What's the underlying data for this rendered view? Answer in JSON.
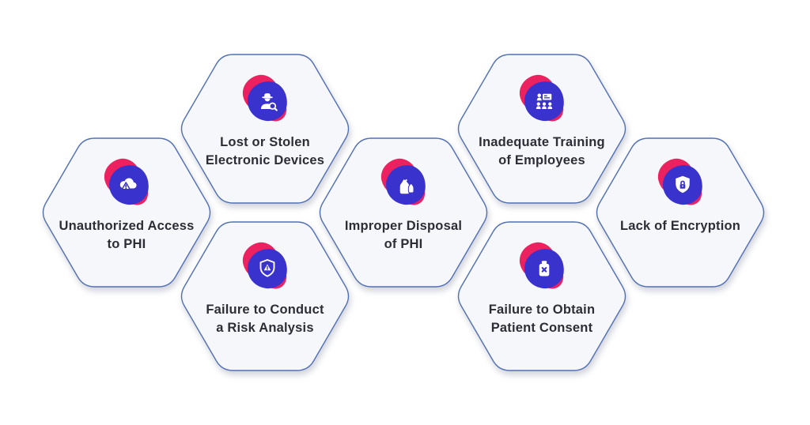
{
  "theme": {
    "hex_fill": "#f6f7fb",
    "hex_border": "#5170b4",
    "text_color": "#2d2d35",
    "icon_primary": "#3a32cd",
    "icon_accent": "#ec2160",
    "page_bg": "#ffffff"
  },
  "diagram": {
    "items": [
      {
        "id": "unauthorized-access-to-phi",
        "icon": "cloud-warning-icon",
        "lines": [
          "Unauthorized Access",
          "to PHI"
        ]
      },
      {
        "id": "lost-stolen-devices",
        "icon": "detective-search-icon",
        "lines": [
          "Lost or Stolen",
          "Electronic Devices"
        ]
      },
      {
        "id": "improper-disposal-of-phi",
        "icon": "trash-bags-icon",
        "lines": [
          "Improper Disposal",
          "of PHI"
        ]
      },
      {
        "id": "inadequate-training",
        "icon": "training-presentation-icon",
        "lines": [
          "Inadequate Training",
          "of Employees"
        ]
      },
      {
        "id": "failure-risk-analysis",
        "icon": "shield-alert-icon",
        "lines": [
          "Failure to Conduct",
          "a Risk Analysis"
        ]
      },
      {
        "id": "failure-patient-consent",
        "icon": "consent-denied-icon",
        "lines": [
          "Failure to Obtain",
          "Patient Consent"
        ]
      },
      {
        "id": "lack-of-encryption",
        "icon": "shield-lock-icon",
        "lines": [
          "Lack of Encryption"
        ]
      }
    ]
  }
}
